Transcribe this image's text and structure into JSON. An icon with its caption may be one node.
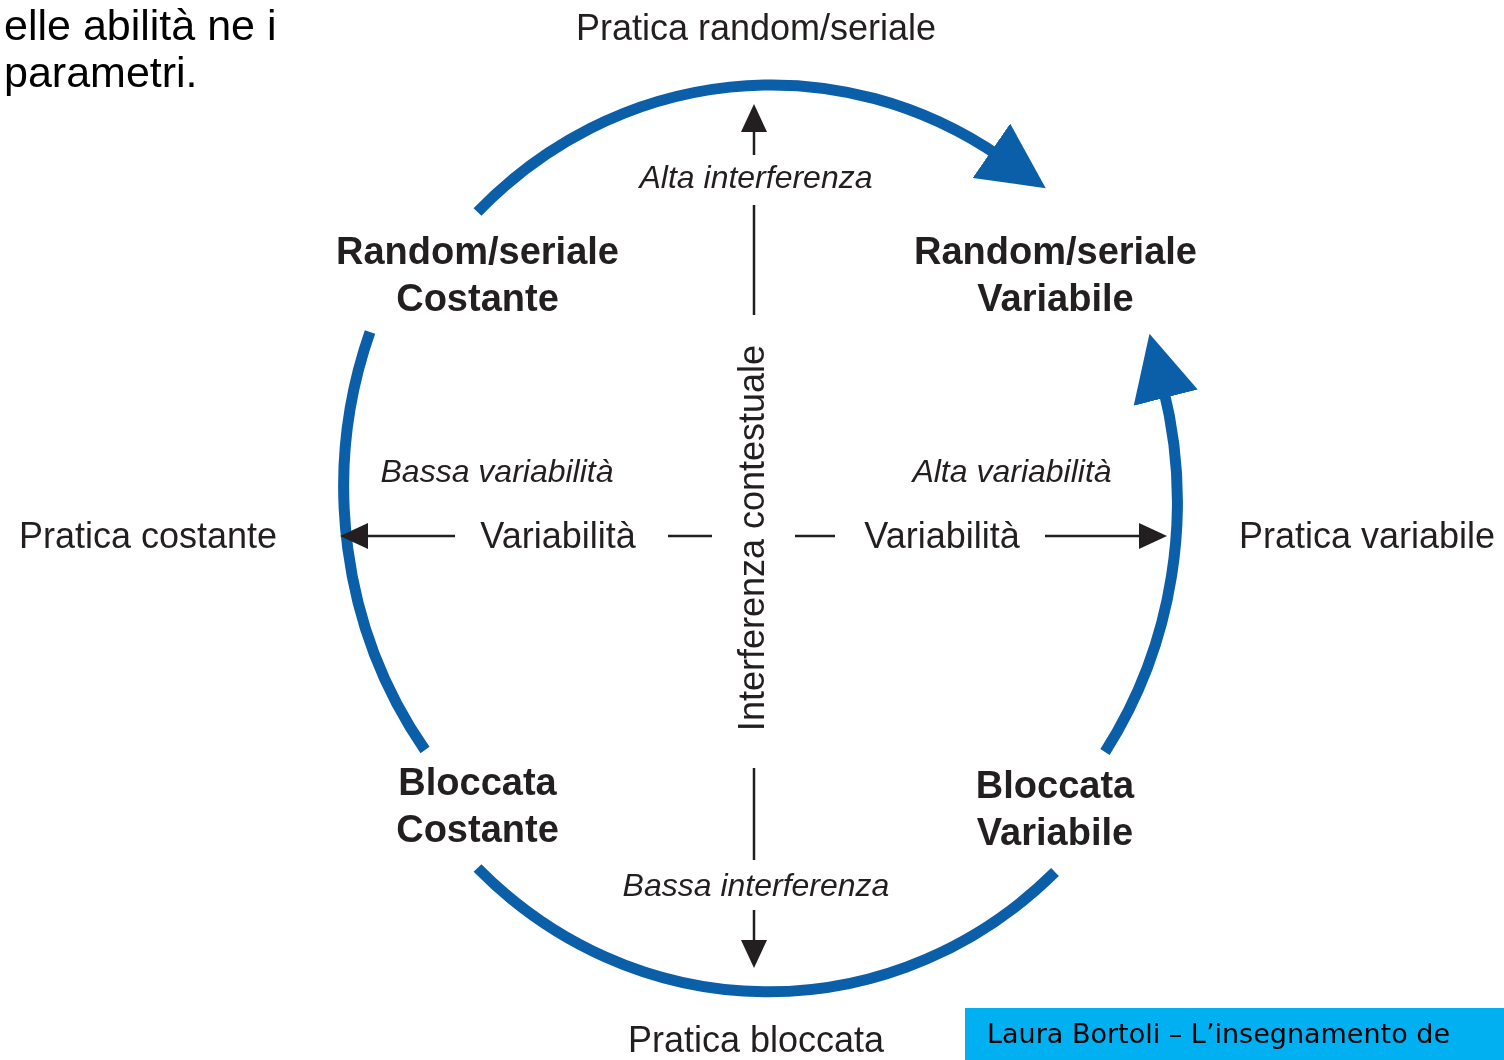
{
  "diagram": {
    "nodes": [
      {
        "text": [
          "Random/seriale Costante"
        ]
      },
      {
        "text": [
          "Random/seriale Variabile"
        ]
      },
      {
        "text": [
          "Bloccata Costante"
        ]
      },
      {
        "text": [
          "Bloccata Variabile"
        ]
      },
      {
        "text": [
          "Laura Bortoli – L’insegnamento de"
        ]
      }
    ],
    "edges": [
      {
        "from": 0,
        "to": 1,
        "arrow": "to"
      },
      {
        "from": 3,
        "to": 1,
        "arrow": "to"
      },
      {
        "from": 0,
        "to": 2,
        "arrow": "none"
      },
      {
        "from": 2,
        "to": 3,
        "arrow": "none"
      }
    ],
    "labels": [
      "elle abilità ne i parametri.",
      "Pratica random/seriale",
      "Alta interferenza",
      "Bassa variabilità",
      "Alta variabilità",
      "Pratica costante",
      "Variabilità",
      "Interferenza contestuale",
      "Variabilità",
      "Pratica variabile",
      "Bassa interferenza",
      "Pratica bloccata"
    ]
  }
}
